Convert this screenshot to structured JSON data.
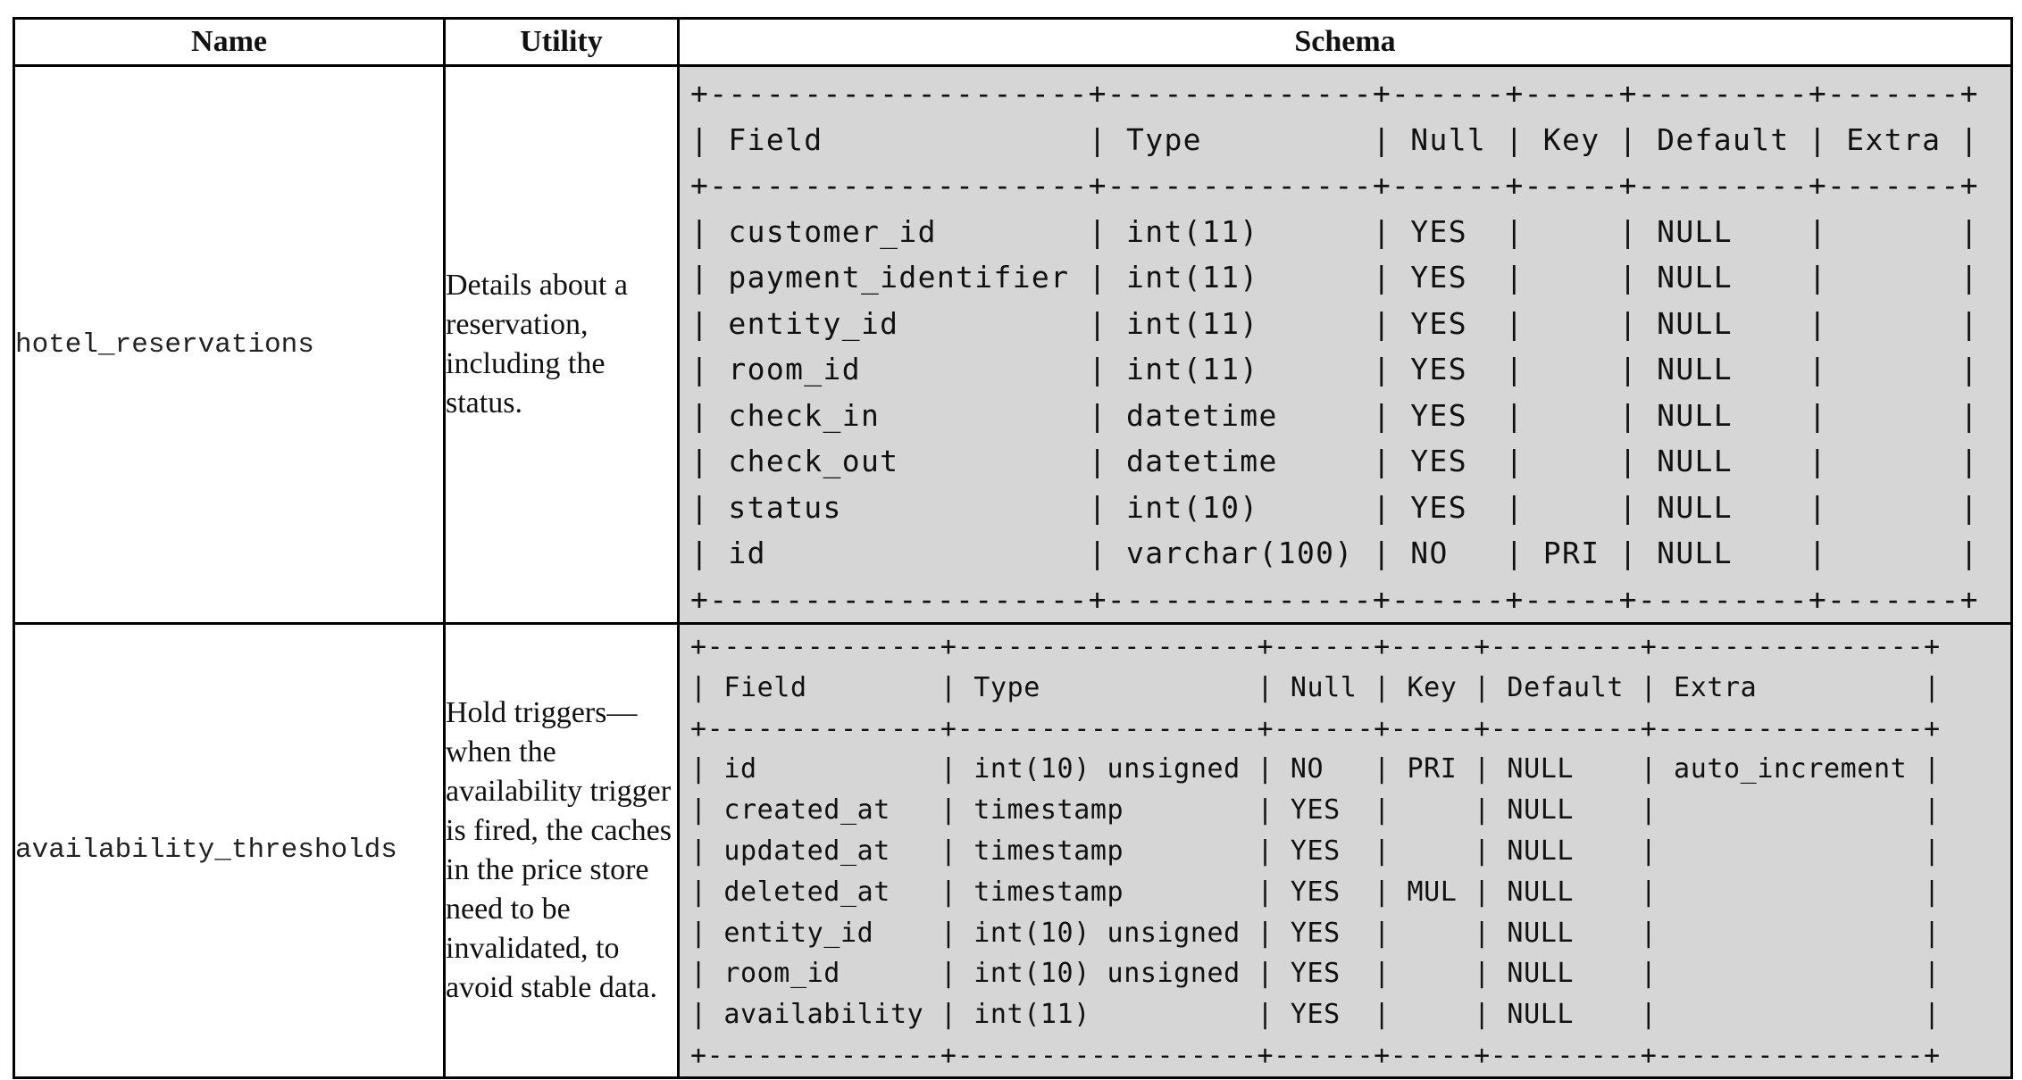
{
  "headers": {
    "name": "Name",
    "utility": "Utility",
    "schema": "Schema"
  },
  "rows": [
    {
      "name": "hotel_reservations",
      "utility": "Details about a reservation, including the status.",
      "schema": "+--------------------+--------------+------+-----+---------+-------+\n| Field              | Type         | Null | Key | Default | Extra |\n+--------------------+--------------+------+-----+---------+-------+\n| customer_id        | int(11)      | YES  |     | NULL    |       |\n| payment_identifier | int(11)      | YES  |     | NULL    |       |\n| entity_id          | int(11)      | YES  |     | NULL    |       |\n| room_id            | int(11)      | YES  |     | NULL    |       |\n| check_in           | datetime     | YES  |     | NULL    |       |\n| check_out          | datetime     | YES  |     | NULL    |       |\n| status             | int(10)      | YES  |     | NULL    |       |\n| id                 | varchar(100) | NO   | PRI | NULL    |       |\n+--------------------+--------------+------+-----+---------+-------+"
    },
    {
      "name": "availability_thresholds",
      "utility": "Hold triggers—when the availability trigger is fired, the caches in the price store need to be invalidated, to avoid stable data.",
      "schema": "+--------------+------------------+------+-----+---------+----------------+\n| Field        | Type             | Null | Key | Default | Extra          |\n+--------------+------------------+------+-----+---------+----------------+\n| id           | int(10) unsigned | NO   | PRI | NULL    | auto_increment |\n| created_at   | timestamp        | YES  |     | NULL    |                |\n| updated_at   | timestamp        | YES  |     | NULL    |                |\n| deleted_at   | timestamp        | YES  | MUL | NULL    |                |\n| entity_id    | int(10) unsigned | YES  |     | NULL    |                |\n| room_id      | int(10) unsigned | YES  |     | NULL    |                |\n| availability | int(11)          | YES  |     | NULL    |                |\n+--------------+------------------+------+-----+---------+----------------+"
    }
  ]
}
